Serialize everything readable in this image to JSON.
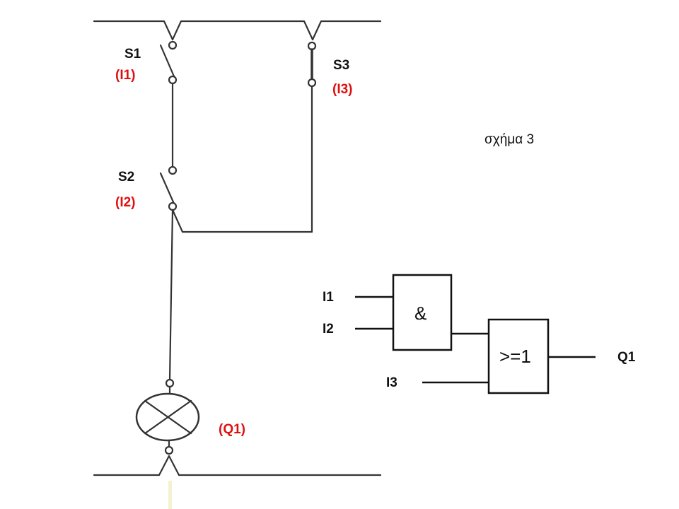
{
  "switches": [
    {
      "name": "S1",
      "input": "(I1)"
    },
    {
      "name": "S2",
      "input": "(I2)"
    },
    {
      "name": "S3",
      "input": "(I3)"
    }
  ],
  "lamp": {
    "output": "(Q1)"
  },
  "caption": "σχήμα 3",
  "logic": {
    "inputs": [
      "I1",
      "I2",
      "I3"
    ],
    "and_gate_symbol": "&",
    "or_gate_symbol": ">=1",
    "output": "Q1"
  },
  "colors": {
    "line": "#333333",
    "input_label": "#e01010",
    "text": "#111111"
  }
}
